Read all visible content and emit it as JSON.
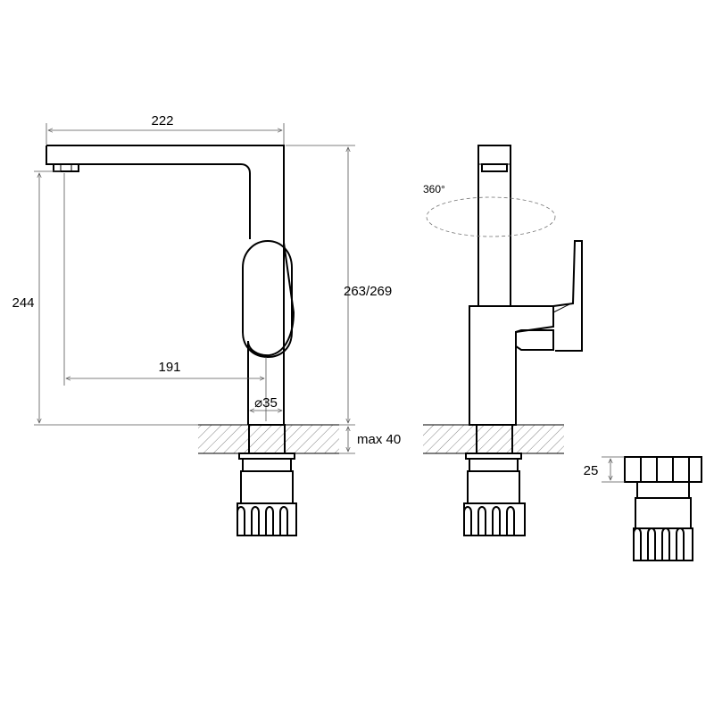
{
  "dimensions": {
    "spout_reach": "222",
    "spout_height": "244",
    "total_height": "263/269",
    "base_offset": "191",
    "base_diameter": "⌀35",
    "max_deck_thickness": "max 40",
    "rotation": "360°",
    "nut_height": "25"
  }
}
